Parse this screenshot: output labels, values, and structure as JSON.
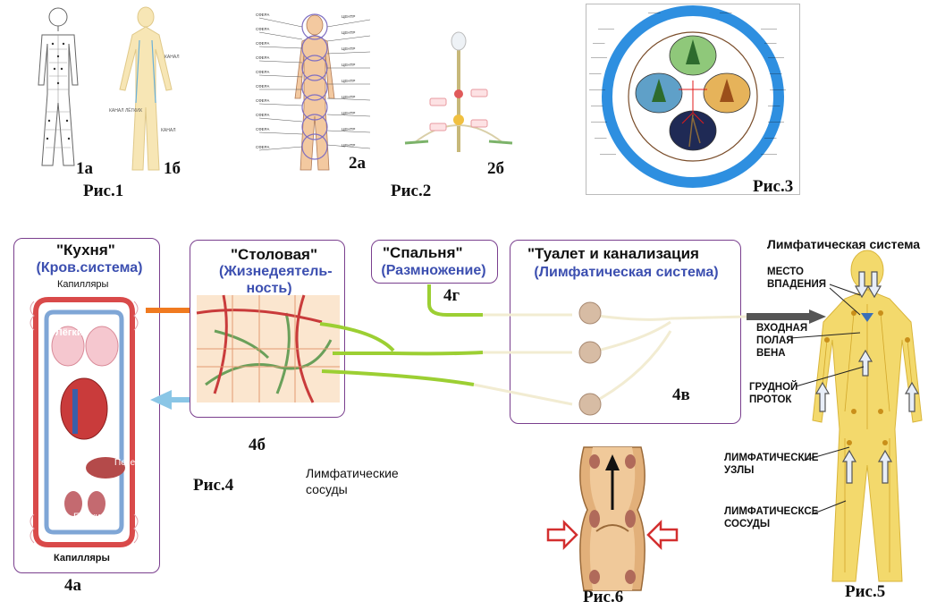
{
  "fig1": {
    "label": "Рис.1",
    "a": "1а",
    "b": "1б"
  },
  "fig2": {
    "label": "Рис.2",
    "a": "2а",
    "b": "2б"
  },
  "fig3": {
    "label": "Рис.3"
  },
  "fig4": {
    "label": "Рис.4",
    "panel_a": {
      "title": "\"Кухня\"",
      "subtitle": "(Кров.система)",
      "top_caption": "Капилляры",
      "bottom_caption": "Капилляры",
      "lungs": "Лёгкие",
      "liver": "Печень",
      "kidneys": "Почки",
      "tag": "4а"
    },
    "panel_b": {
      "title": "\"Столовая\"",
      "subtitle": "(Жизнедеятель-\nность)",
      "tag": "4б"
    },
    "panel_g": {
      "title": "\"Спальня\"",
      "subtitle": "(Размножение)",
      "tag": "4г"
    },
    "panel_v": {
      "title": "\"Туалет и канализация",
      "subtitle": "(Лимфатическая система)",
      "tag": "4в"
    },
    "vessels_caption": "Лимфатические\nсосуды"
  },
  "fig5": {
    "label": "Рис.5",
    "title": "Лимфатическая система",
    "annotations": {
      "inflow": "МЕСТО\nВПАДЕНИЯ",
      "vena": "ВХОДНАЯ\nПОЛАЯ\nВЕНА",
      "duct": "ГРУДНОЙ\nПРОТОК",
      "nodes": "ЛИМФАТИЧЕСКИЕ\nУЗЛЫ",
      "vessels": "ЛИМФАТИЧЕСКСЕ\nСОСУДЫ"
    }
  },
  "fig6": {
    "label": "Рис.6"
  },
  "colors": {
    "panel_border": "#7a3f8e",
    "subtitle_blue": "#3c4fb0",
    "ring_blue": "#2e8fe0",
    "lymph_green": "#9ccf33",
    "orange_arrow": "#f07a20",
    "blue_arrow": "#8ac6e6"
  }
}
